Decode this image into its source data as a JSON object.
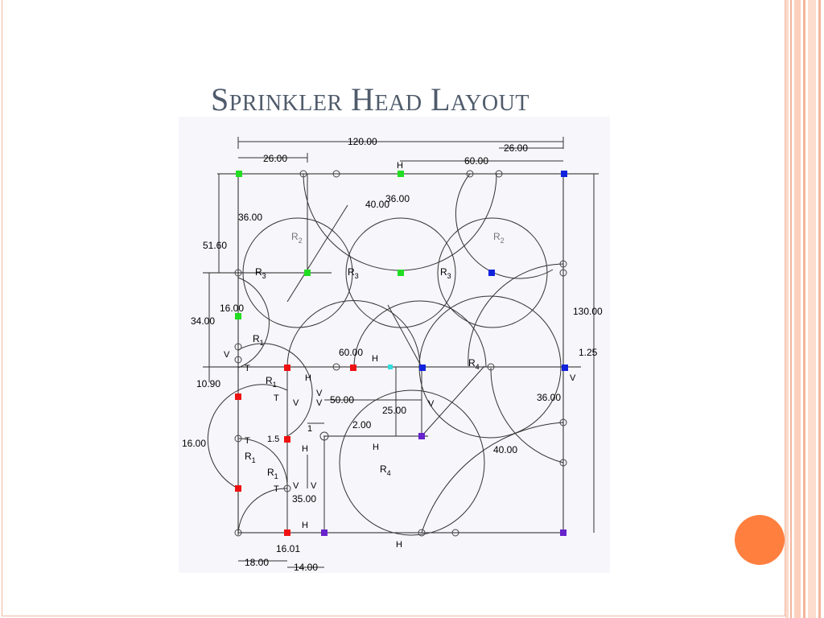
{
  "slide": {
    "title": "Sprinkler Head Layout"
  },
  "theme": {
    "accent_orange": "#ff7f3f",
    "border_salmon": "#f2b8a0",
    "title_color": "#4f5b6b",
    "canvas_bg": "#f6f6fb",
    "point_green": "#22dd22",
    "point_blue": "#1122dd",
    "point_red": "#ee1111",
    "point_purple": "#6622cc",
    "point_cyan": "#33dddd"
  },
  "drawing": {
    "dimensions": {
      "overall_width": "120.00",
      "top_left": "26.00",
      "top_right": "26.00",
      "top_mid": "60.00",
      "radius_40a": "40.00",
      "radius_36a": "36.00",
      "radius_36b": "36.00",
      "left_51": "51.60",
      "left_16": "16.00",
      "left_34": "34.00",
      "mid_60": "60.00",
      "right_130": "130.00",
      "right_125": "1.25",
      "left_1090": "10.90",
      "mid_50": "50.00",
      "mid_25": "25.00",
      "mid_200": "2.00",
      "radius_36c": "36.00",
      "radius_40b": "40.00",
      "left_16b": "16.00",
      "bottom_35": "35.00",
      "bottom_1601": "16.01",
      "bottom_18": "18.00",
      "bottom_14": "14.00"
    },
    "labels": {
      "r1a": "R",
      "r1b": "R",
      "r1c": "R",
      "r1d": "R",
      "r2a": "R",
      "r2b": "R",
      "r3a": "R",
      "r3b": "R",
      "r3c": "R",
      "r4a": "R",
      "r4b": "R",
      "sub1": "1",
      "sub2": "2",
      "sub3": "3",
      "sub4": "4",
      "h": "H",
      "v": "V",
      "t": "T",
      "one": "1",
      "one_point_five": "1.5",
      "h1": "H",
      "h2": "H",
      "h3": "H",
      "h4": "H",
      "h5": "H",
      "h6": "H",
      "v1": "V",
      "v2": "V",
      "v3": "V",
      "v4": "V",
      "v5": "V",
      "v6": "V",
      "v7": "V",
      "v8": "V",
      "t1": "T",
      "t2": "T",
      "t3": "T",
      "t4": "T"
    }
  }
}
